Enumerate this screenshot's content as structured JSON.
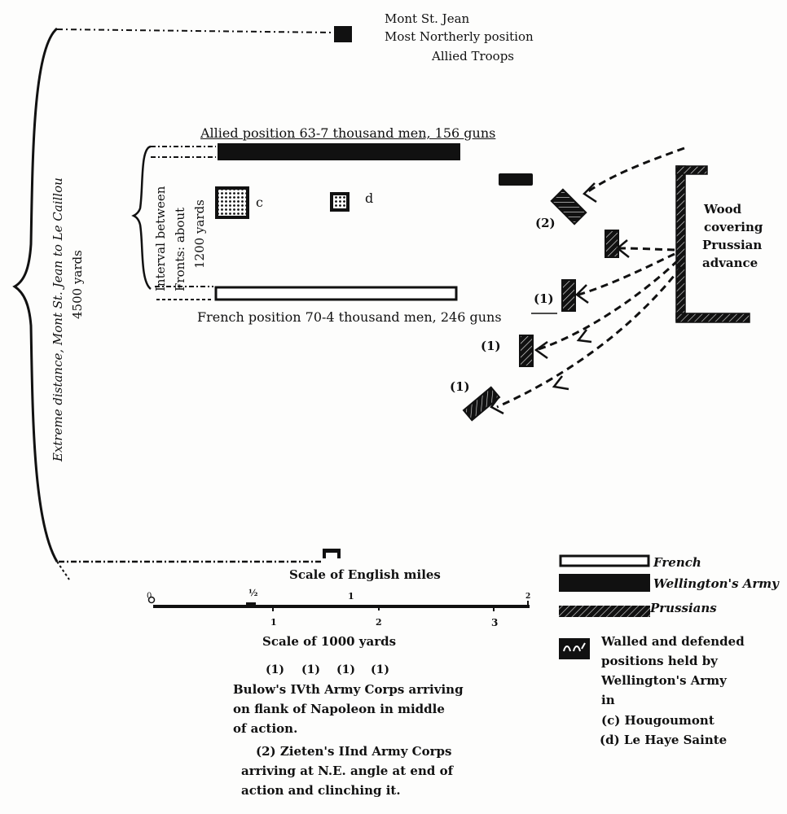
{
  "title_block": {
    "line1": "Mont St. Jean",
    "line2": "Most Northerly position",
    "line3": "Allied Troops"
  },
  "positions": {
    "allied": "Allied position 63-7 thousand men, 156 guns",
    "french": "French position 70-4 thousand men, 246 guns"
  },
  "interval": {
    "line1": "Interval between",
    "line2": "Fronts:  about",
    "line3": "1200 yards"
  },
  "extreme_distance": {
    "line1": "Extreme distance, Mont St. Jean to Le Caillou",
    "line2": "4500 yards"
  },
  "strongpoints": {
    "c": "c",
    "d": "d"
  },
  "wood": {
    "line1": "Wood",
    "line2": "covering",
    "line3": "Prussian",
    "line4": "advance"
  },
  "corps_markers": {
    "zieten": "(2)",
    "bulow_a": "(1)",
    "bulow_b": "(1)",
    "bulow_c": "(1)"
  },
  "scale": {
    "miles_title": "Scale of English miles",
    "miles_ticks": [
      "0",
      "½",
      "1",
      "2"
    ],
    "yards_ticks": [
      "1",
      "2",
      "3"
    ],
    "yards_title": "Scale of 1000 yards"
  },
  "notes": {
    "markers": [
      "(1)",
      "(1)",
      "(1)",
      "(1)"
    ],
    "bulow_line1": "Bulow's IVth Army Corps arriving",
    "bulow_line2": "on flank of Napoleon in middle",
    "bulow_line3": "of action.",
    "zieten_line1": "(2)  Zieten's IInd Army Corps",
    "zieten_line2": "arriving at N.E. angle at end of",
    "zieten_line3": "action and clinching it."
  },
  "legend": {
    "french": "French",
    "wellington": "Wellington's Army",
    "prussians": "Prussians",
    "walled_line1": "Walled and defended",
    "walled_line2": "positions held by",
    "walled_line3": "Wellington's Army",
    "walled_line4": "in",
    "walled_c": "(c) Hougoumont",
    "walled_d": "(d) Le Haye Sainte"
  }
}
